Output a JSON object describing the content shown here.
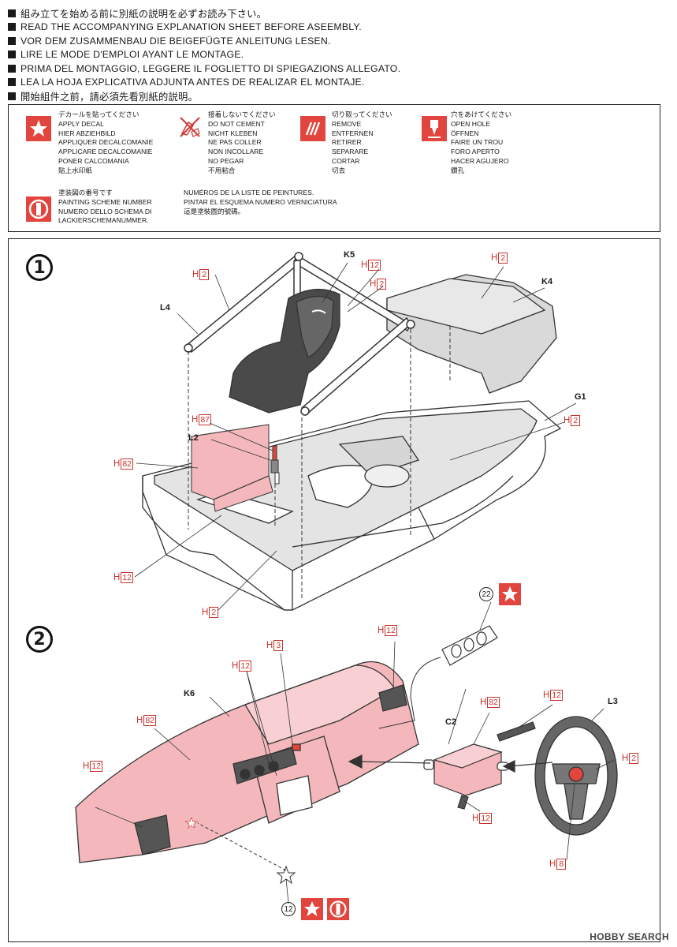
{
  "intro_lines": [
    "組み立てを始める前に別紙の説明を必ずお読み下さい。",
    "READ THE ACCOMPANYING EXPLANATION SHEET BEFORE ASEEMBLY.",
    "VOR DEM ZUSAMMENBAU DIE BEIGEFÜGTE ANLEITUNG LESEN.",
    "LIRE LE MODE D'EMPLOI AYANT LE MONTAGE.",
    "PRIMA DEL MONTAGGIO, LEGGERE IL FOGLIETTO DI SPIEGAZIONS ALLEGATO.",
    "LEA LA HOJA EXPLICATIVA ADJUNTA ANTES DE REALIZAR EL MONTAJE.",
    "開始組件之前，請必須先看別紙的説明。"
  ],
  "legend": {
    "decal": [
      "デカールを貼ってください",
      "APPLY DECAL",
      "HIER ABZIEHBILD",
      "APPLIQUER DECALCOMANIE",
      "APPLICARE DECALCOMANIE",
      "PONER CALCOMANIA",
      "貼上水印紙"
    ],
    "no_cement": [
      "接着しないでください",
      "DO NOT CEMENT",
      "NICHT KLEBEN",
      "NE PAS COLLER",
      "NON INCOLLARE",
      "NO PEGAR",
      "不用粘合"
    ],
    "remove": [
      "切り取ってください",
      "REMOVE",
      "ENTFERNEN",
      "RETIRER",
      "SEPARARE",
      "CORTAR",
      "切去"
    ],
    "open_hole": [
      "穴をあけてください",
      "OPEN HOLE",
      "ÖFFNEN",
      "FAIRE UN TROU",
      "FORO APERTO",
      "HACER AGUJERO",
      "鑽孔"
    ],
    "painting_left": [
      "塗装図の番号です",
      "PAINTING SCHEME NUMBER",
      "NUMERO DELLO SCHEMA DI",
      "LACKIERSCHEMANUMMER."
    ],
    "painting_right": [
      "NUMÉROS DE LA LISTE DE PEINTURES.",
      "PINTAR EL ESQUEMA NUMERO   VERNICIATURA",
      "這是塗裝圖的號碼。"
    ]
  },
  "steps": {
    "s1": "1",
    "s2": "2"
  },
  "labels": {
    "K5": "K5",
    "K4": "K4",
    "L4": "L4",
    "G1": "G1",
    "L2": "L2",
    "K6": "K6",
    "C2": "C2",
    "L3": "L3"
  },
  "codes": {
    "h": "H",
    "c1": "2",
    "c2": "12",
    "c3": "2",
    "c4": "2",
    "c5": "87",
    "c6": "82",
    "c7": "2",
    "c8": "12",
    "c9": "2",
    "c10": "12",
    "c11": "3",
    "c12": "12",
    "c13": "82",
    "c14": "12",
    "c15": "82",
    "c16": "12",
    "c17": "2",
    "c18": "12",
    "c19": "8"
  },
  "callouts": {
    "n22": "22",
    "n12": "12"
  },
  "watermark": "HOBBY SEARCH",
  "colors": {
    "accent_red": "#e2453d",
    "paint_pink": "#f4b8bc",
    "part_gray": "#d9d9d9",
    "code_red": "#c8342c"
  }
}
